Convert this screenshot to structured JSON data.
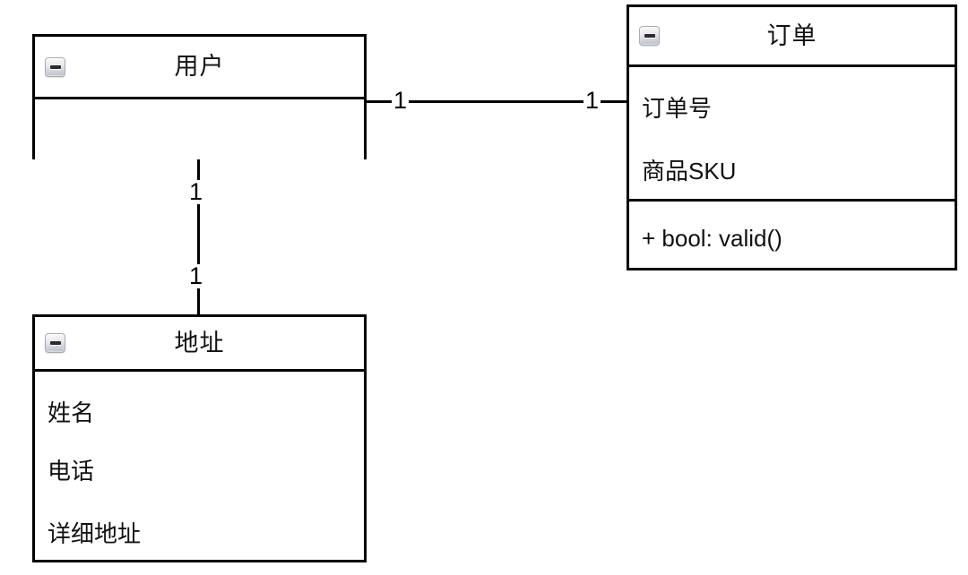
{
  "diagram": {
    "type": "uml-class-diagram",
    "title": "",
    "background_color": "#ffffff",
    "border_color": "#000000",
    "text_color": "#111111"
  },
  "classes": [
    {
      "id": "user",
      "name": "用户",
      "icon": "collapse-minus-icon",
      "attributes": [],
      "methods": []
    },
    {
      "id": "order",
      "name": "订单",
      "icon": "collapse-minus-icon",
      "attributes": [
        "订单号",
        "商品SKU"
      ],
      "methods": [
        "+ bool: valid()"
      ]
    },
    {
      "id": "address",
      "name": "地址",
      "icon": "collapse-minus-icon",
      "attributes": [
        "姓名",
        "电话",
        "详细地址"
      ],
      "methods": []
    }
  ],
  "associations": [
    {
      "id": "user-order",
      "from": "user",
      "to": "order",
      "orientation": "horizontal",
      "source_multiplicity": "1",
      "target_multiplicity": "1"
    },
    {
      "id": "user-address",
      "from": "user",
      "to": "address",
      "orientation": "vertical",
      "source_multiplicity": "1",
      "target_multiplicity": "1"
    }
  ]
}
